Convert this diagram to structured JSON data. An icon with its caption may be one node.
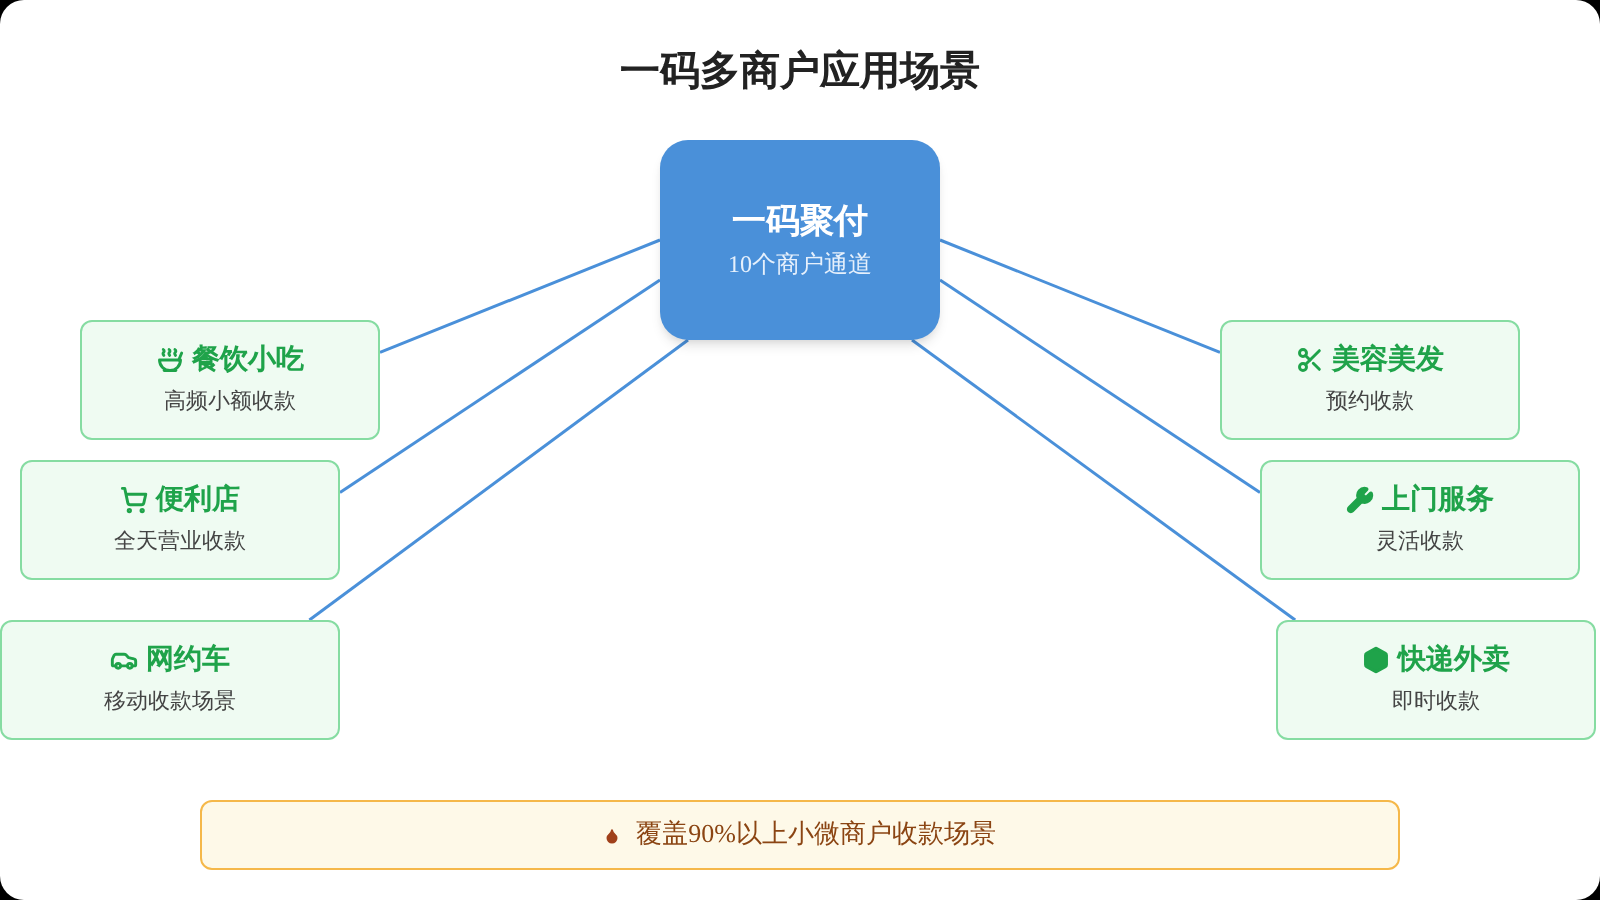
{
  "diagram": {
    "title": "一码多商户应用场景",
    "nodes": [
      {
        "text": [
          "一码聚付",
          "10个商户通道"
        ]
      },
      {
        "text": [
          "餐饮小吃",
          "高频小额收款"
        ]
      },
      {
        "text": [
          "便利店",
          "全天营业收款"
        ]
      },
      {
        "text": [
          "网约车",
          "移动收款场景"
        ]
      },
      {
        "text": [
          "美容美发",
          "预约收款"
        ]
      },
      {
        "text": [
          "上门服务",
          "灵活收款"
        ]
      },
      {
        "text": [
          "快递外卖",
          "即时收款"
        ]
      },
      {
        "text": [
          "覆盖90%以上小微商户收款场景"
        ]
      }
    ],
    "edges": [
      {
        "from": 0,
        "to": 1,
        "arrow": "none"
      },
      {
        "from": 0,
        "to": 2,
        "arrow": "none"
      },
      {
        "from": 0,
        "to": 3,
        "arrow": "none"
      },
      {
        "from": 0,
        "to": 4,
        "arrow": "none"
      },
      {
        "from": 0,
        "to": 5,
        "arrow": "none"
      },
      {
        "from": 0,
        "to": 6,
        "arrow": "none"
      }
    ]
  }
}
